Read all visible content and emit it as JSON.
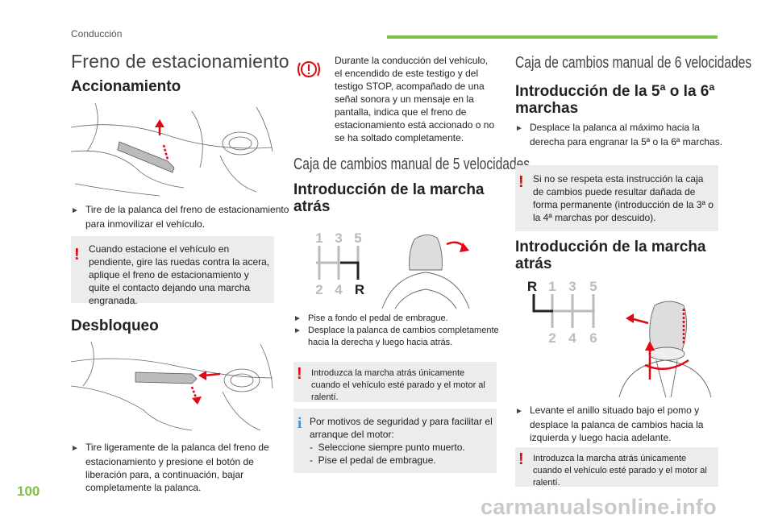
{
  "header": {
    "section": "Conducción"
  },
  "page": {
    "number": "100",
    "watermark": "carmanualsonline.info"
  },
  "col1": {
    "title": "Freno de estacionamiento",
    "accionamiento": {
      "heading": "Accionamiento",
      "bullet": "Tire de la palanca del freno de estacionamiento para inmovilizar el vehículo.",
      "warning": "Cuando estacione el vehículo en pendiente, gire las ruedas contra la acera, aplique el freno de estacionamiento y quite el contacto dejando una marcha engranada."
    },
    "desbloqueo": {
      "heading": "Desbloqueo",
      "bullet": "Tire ligeramente de la palanca del freno de estacionamiento y presione el botón de liberación para, a continuación, bajar completamente la palanca."
    }
  },
  "col2": {
    "top_warning": "Durante la conducción del vehículo, el encendido de este testigo y del testigo STOP, acompañado de una señal sonora y un mensaje en la pantalla, indica que el freno de estacionamiento está accionado o no se ha soltado completamente.",
    "section_title": "Caja de cambios manual de 5 velocidades",
    "heading": "Introducción de la marcha atrás",
    "diagram": {
      "top": [
        "1",
        "3",
        "5"
      ],
      "bottom": [
        "2",
        "4",
        "R"
      ]
    },
    "bullets": [
      "Pise a fondo el pedal de embrague.",
      "Desplace la palanca de cambios completamente hacia la derecha y luego hacia atrás."
    ],
    "warning": "Introduzca la marcha atrás únicamente cuando el vehículo esté parado y el motor al ralentí.",
    "info": {
      "text": "Por motivos de seguridad y para facilitar el arranque del motor:",
      "items": [
        "Seleccione siempre punto muerto.",
        "Pise el pedal de embrague."
      ]
    }
  },
  "col3": {
    "section_title": "Caja de cambios manual de 6 velocidades",
    "heading1": "Introducción de la 5ª o la 6ª marchas",
    "bullet1": "Desplace la palanca al máximo hacia la derecha para engranar la 5ª o la 6ª marchas.",
    "warning1": "Si no se respeta esta instrucción la caja de cambios puede resultar dañada de forma permanente (introducción de la 3ª o la 4ª marchas por descuido).",
    "heading2": "Introducción de la marcha atrás",
    "diagram": {
      "top": [
        "R",
        "1",
        "3",
        "5"
      ],
      "bottom": [
        "2",
        "4",
        "6"
      ]
    },
    "bullet2": "Levante el anillo situado bajo el pomo y desplace la palanca de cambios hacia la izquierda y luego hacia adelante.",
    "warning2": "Introduzca la marcha atrás únicamente cuando el vehículo esté parado y el motor al ralentí."
  },
  "colors": {
    "accent": "#7dc242",
    "warning": "#e30613",
    "info": "#4a8fd6",
    "box": "#ececec"
  }
}
